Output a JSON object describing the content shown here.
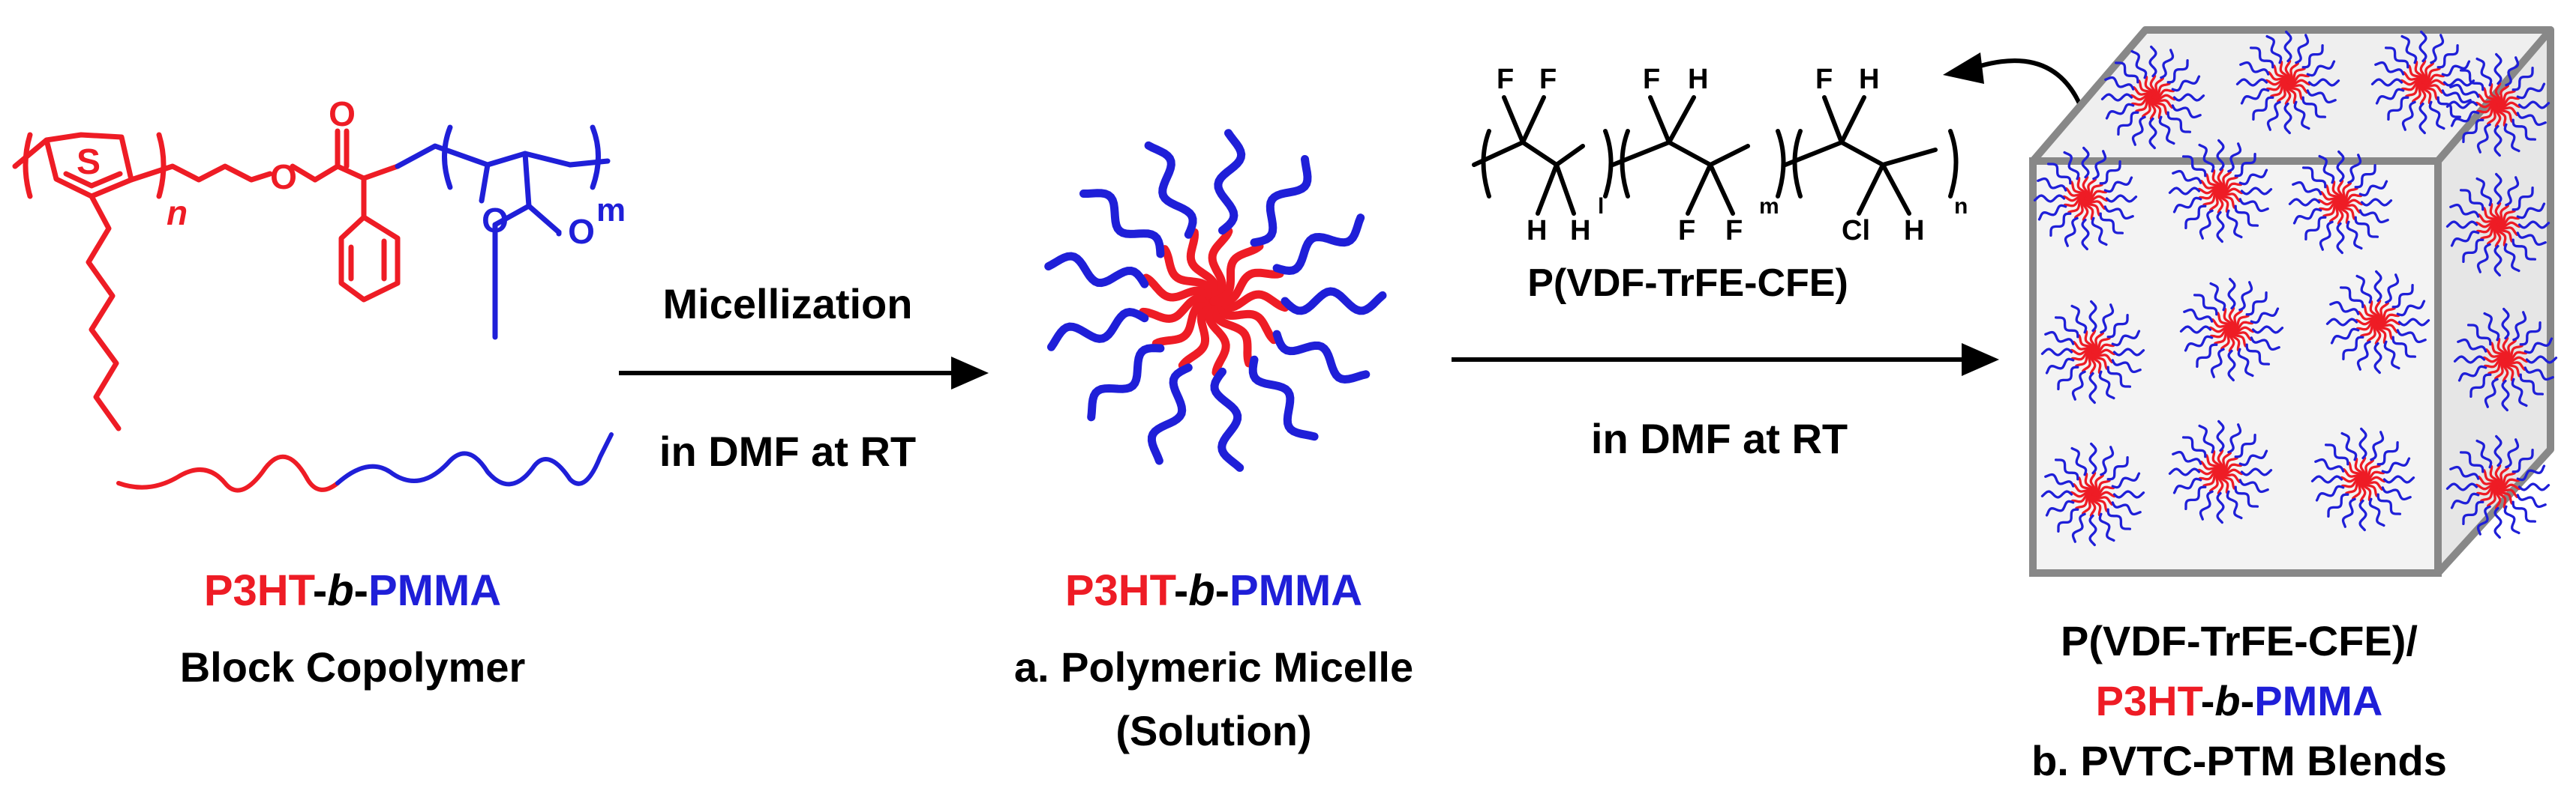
{
  "colors": {
    "p3ht": "#ee1c25",
    "pmma": "#1f1fd8",
    "text": "#000000",
    "cube_edge": "#808080",
    "cube_face": "#e6e6e6"
  },
  "monomer": {
    "sulfur": "S",
    "n": "n",
    "m": "m",
    "o_carbonyl": "O",
    "o_ester": "O",
    "o_pmma_carbonyl": "O",
    "o_pmma_ester": "O"
  },
  "labels": {
    "copolymer_p3ht": "P3HT",
    "copolymer_sep1": "-",
    "copolymer_b": "b",
    "copolymer_sep2": "-",
    "copolymer_pmma": "PMMA",
    "copolymer_caption": "Block Copolymer",
    "step1_top": "Micellization",
    "step1_bottom": "in DMF at RT",
    "micelle_p3ht": "P3HT",
    "micelle_sep1": "-",
    "micelle_b": "b",
    "micelle_sep2": "-",
    "micelle_pmma": "PMMA",
    "micelle_caption1": "a. Polymeric Micelle",
    "micelle_caption2": "(Solution)",
    "step2_bottom": "in DMF at RT",
    "pvtc_name": "P(VDF-TrFE-CFE)",
    "blend_line1": "P(VDF-TrFE-CFE)/",
    "blend_p3ht": "P3HT",
    "blend_sep1": "-",
    "blend_b": "b",
    "blend_sep2": "-",
    "blend_pmma": "PMMA",
    "blend_caption": "b. PVTC-PTM Blends"
  },
  "pvtc": {
    "f1": "F",
    "f2": "F",
    "h1": "H",
    "h2": "H",
    "sub_l": "l",
    "f3": "F",
    "h3": "H",
    "f4": "F",
    "f5": "F",
    "sub_m": "m",
    "f6": "F",
    "h4": "H",
    "cl": "Cl",
    "h5": "H",
    "sub_n": "n"
  },
  "micelle": {
    "arm_count": 13
  },
  "blend_micelles": {
    "count": 16
  }
}
